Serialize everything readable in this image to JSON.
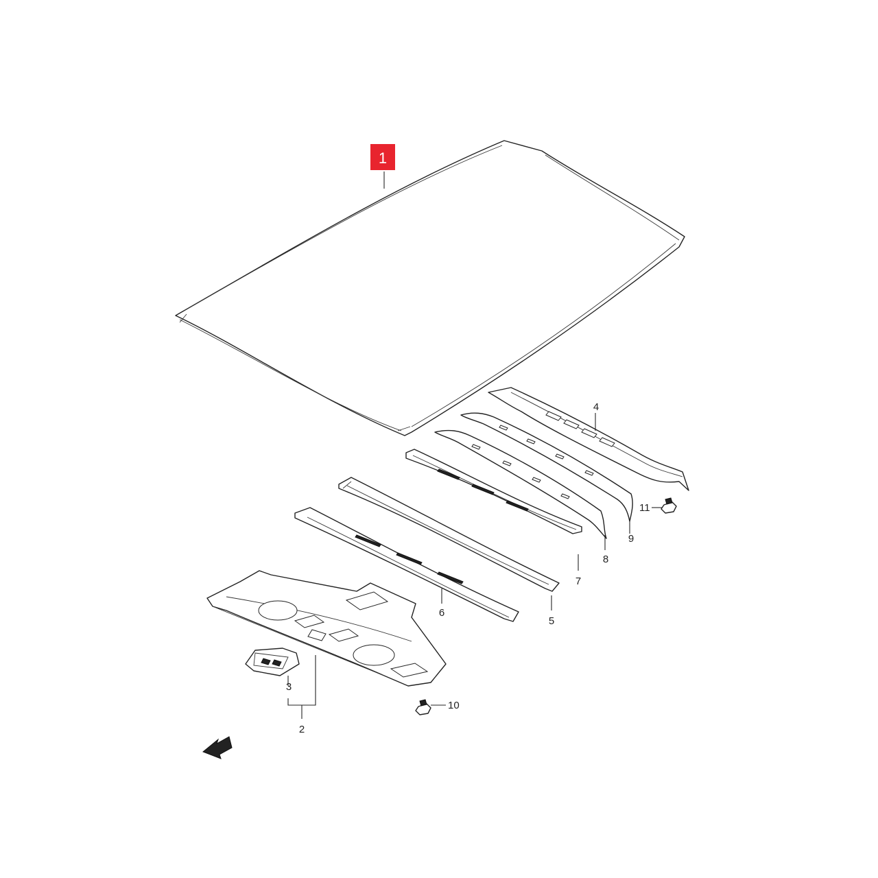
{
  "diagram": {
    "highlight_color": "#e8242e",
    "line_color": "#222222",
    "callouts": {
      "c1": "1",
      "c2": "2",
      "c3": "3",
      "c4": "4",
      "c5": "5",
      "c6": "6",
      "c7": "7",
      "c8": "8",
      "c9": "9",
      "c10": "10",
      "c11": "11"
    },
    "parts": [
      "roof-panel",
      "rear-package-shelf",
      "shelf-bracket",
      "front-roof-rail",
      "rear-roof-bow",
      "rear-roof-rail",
      "center-roof-bow",
      "roof-bow-a",
      "roof-bow-b",
      "bolt-10",
      "bolt-11"
    ],
    "icons": [
      "front-direction-arrow-icon",
      "bolt-icon"
    ]
  }
}
